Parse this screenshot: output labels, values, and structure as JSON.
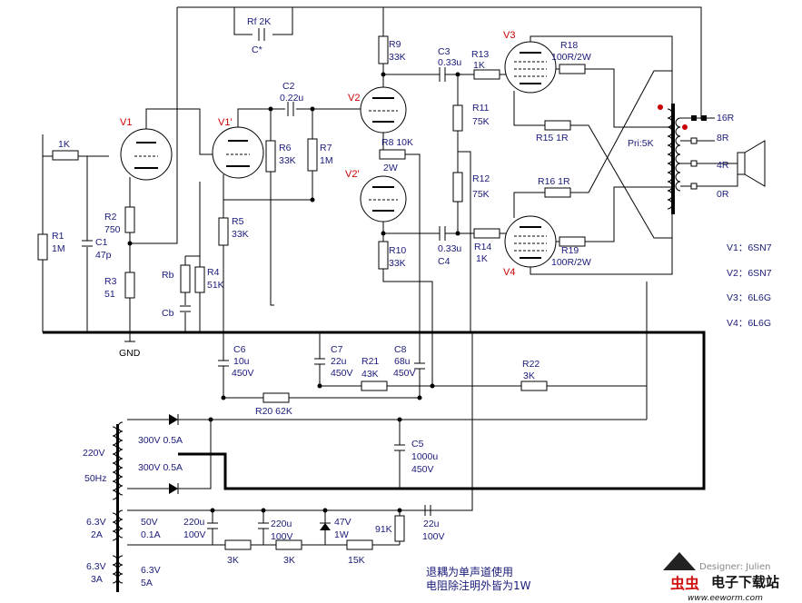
{
  "labels": {
    "rf": "Rf  2K",
    "cstar": "C*",
    "v1": "V1",
    "v1p": "V1'",
    "v2": "V2",
    "v2p": "V2'",
    "v3": "V3",
    "v4": "V4",
    "r1a": "1K",
    "r1": "R1",
    "r1v": "1M",
    "r2": "R2",
    "r2v": "750",
    "r3": "R3",
    "r3v": "51",
    "c1": "C1",
    "c1v": "47p",
    "gnd": "GND",
    "rb": "Rb",
    "cb": "Cb",
    "r4": "R4",
    "r4v": "51K",
    "r5": "R5",
    "r5v": "33K",
    "r6": "R6",
    "r6v": "33K",
    "r7": "R7",
    "r7v": "1M",
    "c2": "C2",
    "c2v": "0.22u",
    "r9": "R9",
    "r9v": "33K",
    "r8": "R8 10K",
    "r8w": "2W",
    "r10": "R10",
    "r10v": "33K",
    "c3": "C3",
    "c3v": "0.33u",
    "c4": "C4",
    "c4v": "0.33u",
    "r11": "R11",
    "r11v": "75K",
    "r12": "R12",
    "r12v": "75K",
    "r13": "R13",
    "r13v": "1K",
    "r14": "R14",
    "r14v": "1K",
    "r18": "R18",
    "r18v": "100R/2W",
    "r19": "R19",
    "r19v": "100R/2W",
    "r15": "R15  1R",
    "r16": "R16  1R",
    "pri": "Pri:5K",
    "t16": "16R",
    "t8": "8R",
    "t4": "4R",
    "t0": "0R",
    "c6": "C6",
    "c6v": "10u",
    "c6w": "450V",
    "c7": "C7",
    "c7v": "22u",
    "c7w": "450V",
    "c8": "C8",
    "c8v": "68u",
    "c8w": "450V",
    "r21": "R21",
    "r21v": "43K",
    "r22": "R22",
    "r22v": "3K",
    "r20": "R20  62K",
    "tr220": "220V",
    "tr50hz": "50Hz",
    "s300a": "300V 0.5A",
    "s300b": "300V 0.5A",
    "c5": "C5",
    "c5v": "1000u",
    "c5w": "450V",
    "tr63a": "6.3V",
    "tr2a": "2A",
    "tr63b": "6.3V",
    "tr3a": "3A",
    "s50": "50V",
    "s50a": "0.1A",
    "s63": "6.3V",
    "s5a": "5A",
    "c220a": "220u",
    "c220aw": "100V",
    "c220b": "220u",
    "c220bw": "100V",
    "z47": "47V",
    "z1w": "1W",
    "r91k": "91K",
    "c22u": "22u",
    "c22uw": "100V",
    "r3ka": "3K",
    "r3kb": "3K",
    "r15k": "15K"
  },
  "tube_list": [
    "V1：6SN7",
    "V2：6SN7",
    "V3：6L6G",
    "V4：6L6G"
  ],
  "notes": {
    "line1": "退耦为单声道使用",
    "line2": "电阻除注明外皆为1W"
  },
  "watermark": {
    "designer": "Designer: Julien",
    "brand": "电子下载站",
    "url": "www.eeworm.com",
    "logo": "虫虫"
  },
  "colors": {
    "label": "#1a1a7a",
    "tube_name": "#cc0000",
    "wire": "#000000"
  }
}
